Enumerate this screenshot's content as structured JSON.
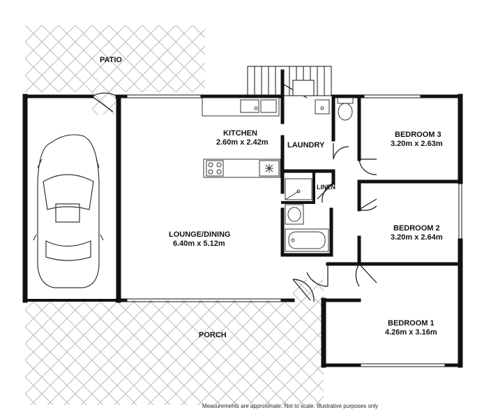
{
  "rooms": {
    "patio": {
      "name": "PATIO"
    },
    "kitchen": {
      "name": "KITCHEN",
      "dimensions": "2.60m x 2.42m"
    },
    "laundry": {
      "name": "LAUNDRY"
    },
    "linen": {
      "name": "LINEN"
    },
    "bedroom3": {
      "name": "BEDROOM 3",
      "dimensions": "3.20m x 2.63m"
    },
    "bedroom2": {
      "name": "BEDROOM 2",
      "dimensions": "3.20m x 2.64m"
    },
    "bedroom1": {
      "name": "BEDROOM 1",
      "dimensions": "4.26m x 3.16m"
    },
    "lounge": {
      "name": "LOUNGE/DINING",
      "dimensions": "6.40m x 5.12m"
    },
    "porch": {
      "name": "PORCH"
    }
  },
  "footer": {
    "disclaimer": "Measurements are approximate.  Not to scale.  Illustrative purposes only"
  },
  "colors": {
    "wall": "#111111",
    "hatch": "#bdbdbd",
    "fixture": "#333333",
    "background": "#ffffff"
  },
  "icons": [
    "car-icon",
    "sink-icon",
    "stove-icon",
    "fridge-icon",
    "toilet-icon",
    "bathtub-icon",
    "vanity-icon",
    "shower-icon",
    "stairs-icon"
  ]
}
